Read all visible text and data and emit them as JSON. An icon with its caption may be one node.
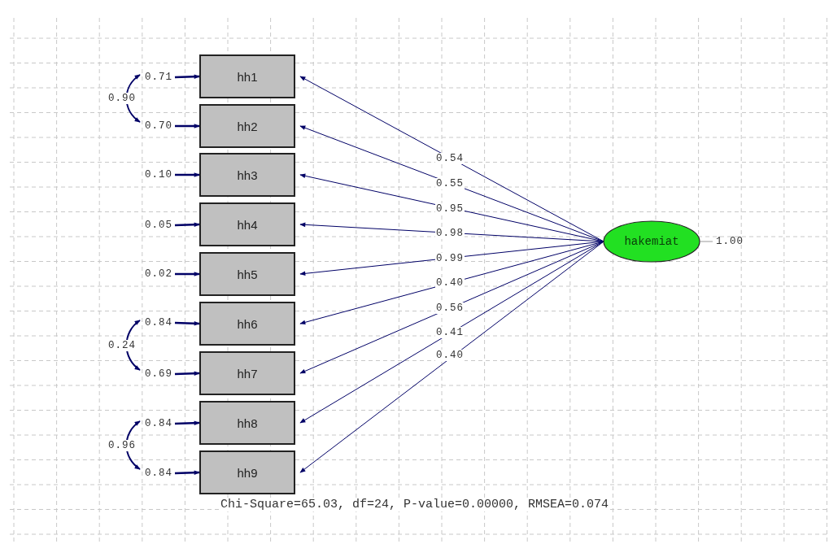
{
  "diagram": {
    "caption": "Chi-Square=65.03, df=24, P-value=0.00000, RMSEA=0.074",
    "nodes": [
      {
        "text": [
          "hh1"
        ]
      },
      {
        "text": [
          "hh2"
        ]
      },
      {
        "text": [
          "hh3"
        ]
      },
      {
        "text": [
          "hh4"
        ]
      },
      {
        "text": [
          "hh5"
        ]
      },
      {
        "text": [
          "hh6"
        ]
      },
      {
        "text": [
          "hh7"
        ]
      },
      {
        "text": [
          "hh8"
        ]
      },
      {
        "text": [
          "hh9"
        ]
      },
      {
        "text": [
          "hakemiat"
        ]
      },
      {
        "text": [
          "0.71"
        ]
      },
      {
        "text": [
          "0.70"
        ]
      },
      {
        "text": [
          "0.10"
        ]
      },
      {
        "text": [
          "0.05"
        ]
      },
      {
        "text": [
          "0.02"
        ]
      },
      {
        "text": [
          "0.84"
        ]
      },
      {
        "text": [
          "0.69"
        ]
      },
      {
        "text": [
          "0.84"
        ]
      },
      {
        "text": [
          "0.84"
        ]
      },
      {
        "text": [
          "1.00"
        ]
      }
    ],
    "edges": [
      {
        "from": 9,
        "to": 0,
        "arrow": "to",
        "label": "0.54"
      },
      {
        "from": 9,
        "to": 1,
        "arrow": "to",
        "label": "0.55"
      },
      {
        "from": 9,
        "to": 2,
        "arrow": "to",
        "label": "0.95"
      },
      {
        "from": 9,
        "to": 3,
        "arrow": "to",
        "label": "0.98"
      },
      {
        "from": 9,
        "to": 4,
        "arrow": "to",
        "label": "0.99"
      },
      {
        "from": 9,
        "to": 5,
        "arrow": "to",
        "label": "0.40"
      },
      {
        "from": 9,
        "to": 6,
        "arrow": "to",
        "label": "0.56"
      },
      {
        "from": 9,
        "to": 7,
        "arrow": "to",
        "label": "0.41"
      },
      {
        "from": 9,
        "to": 8,
        "arrow": "to",
        "label": "0.40"
      },
      {
        "from": 10,
        "to": 0,
        "arrow": "to"
      },
      {
        "from": 11,
        "to": 1,
        "arrow": "to"
      },
      {
        "from": 12,
        "to": 2,
        "arrow": "to"
      },
      {
        "from": 13,
        "to": 3,
        "arrow": "to"
      },
      {
        "from": 14,
        "to": 4,
        "arrow": "to"
      },
      {
        "from": 15,
        "to": 5,
        "arrow": "to"
      },
      {
        "from": 16,
        "to": 6,
        "arrow": "to"
      },
      {
        "from": 17,
        "to": 7,
        "arrow": "to"
      },
      {
        "from": 18,
        "to": 8,
        "arrow": "to"
      },
      {
        "from": 10,
        "to": 11,
        "arrow": "both",
        "label": "0.90"
      },
      {
        "from": 15,
        "to": 16,
        "arrow": "both",
        "label": "0.24"
      },
      {
        "from": 17,
        "to": 18,
        "arrow": "both",
        "label": "0.96"
      },
      {
        "from": 9,
        "to": 19,
        "arrow": "none",
        "color": "#999999"
      }
    ]
  }
}
